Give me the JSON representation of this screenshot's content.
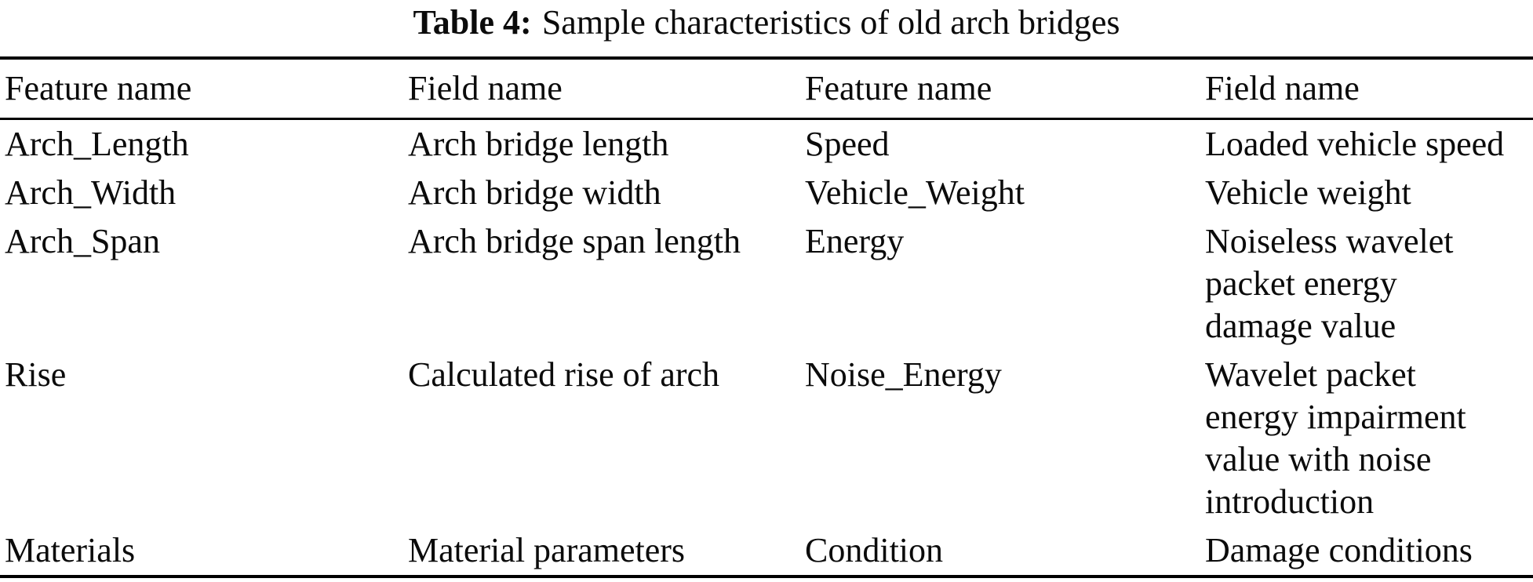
{
  "caption": {
    "label": "Table 4:",
    "text": "Sample characteristics of old arch bridges"
  },
  "table": {
    "headers": [
      "Feature name",
      "Field name",
      "Feature name",
      "Field name"
    ],
    "rows": [
      [
        "Arch_Length",
        "Arch bridge length",
        "Speed",
        "Loaded vehicle speed"
      ],
      [
        "Arch_Width",
        "Arch bridge width",
        "Vehicle_Weight",
        "Vehicle weight"
      ],
      [
        "Arch_Span",
        "Arch bridge span length",
        "Energy",
        "Noiseless wavelet\npacket energy\ndamage value"
      ],
      [
        "Rise",
        "Calculated rise of arch",
        "Noise_Energy",
        "Wavelet packet\nenergy impairment\nvalue with noise\nintroduction"
      ],
      [
        "Materials",
        "Material parameters",
        "Condition",
        "Damage conditions"
      ]
    ]
  },
  "colors": {
    "text": "#0b0b0b",
    "background": "#ffffff",
    "rule": "#000000"
  }
}
